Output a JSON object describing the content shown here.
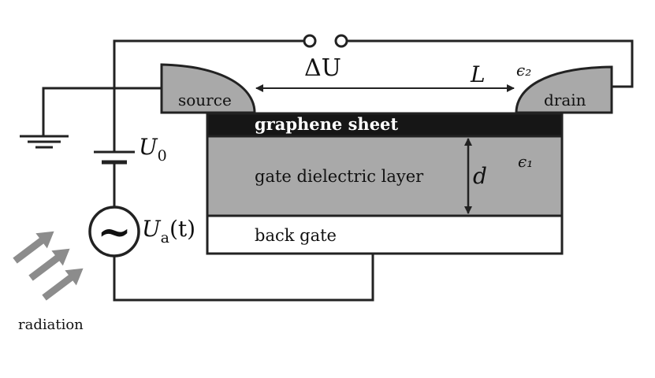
{
  "labels": {
    "delta_u": "ΔU",
    "length": "L",
    "eps2": "ϵ₂",
    "eps1": "ϵ₁",
    "source": "source",
    "drain": "drain",
    "graphene": "graphene sheet",
    "dielectric": "gate dielectric layer",
    "thickness": "d",
    "back_gate": "back gate",
    "u0_main": "U",
    "u0_sub": "0",
    "ua_main": "U",
    "ua_sub": "a",
    "ua_arg": "(t)",
    "radiation": "radiation",
    "ac_symbol": "~"
  },
  "colors": {
    "wire": "#222222",
    "layer_gray": "#a9a9a9",
    "graphene": "#161616",
    "radiation_arrow": "#8c8c8c"
  }
}
